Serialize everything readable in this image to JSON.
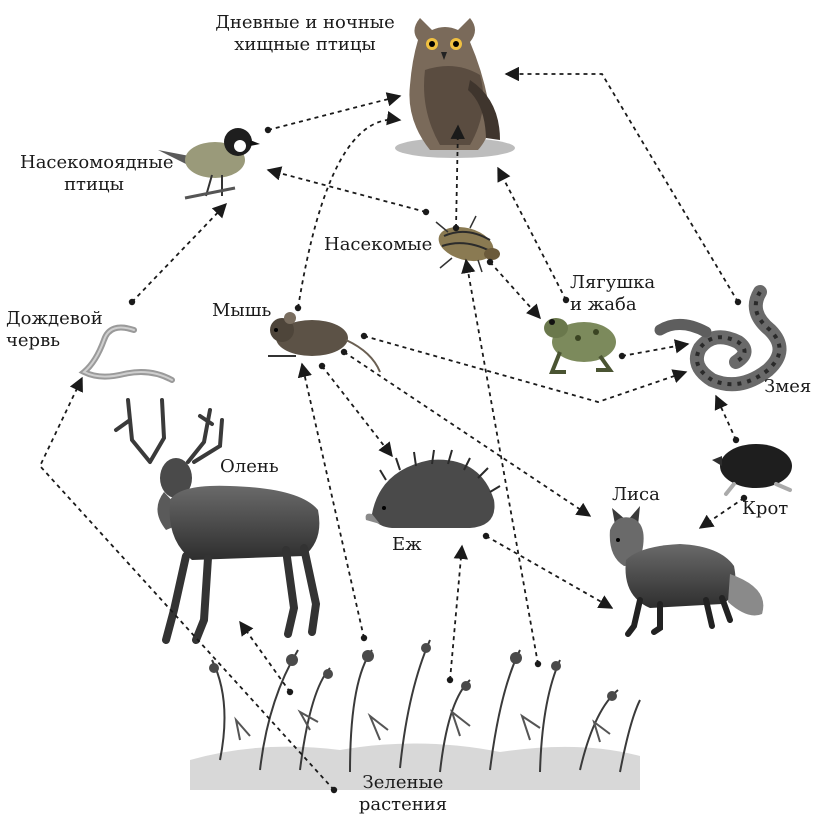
{
  "labels": {
    "raptors": [
      "Дневные и ночные",
      "хищные птицы"
    ],
    "insectivorous_birds": [
      "Насекомоядные",
      "птицы"
    ],
    "insects": "Насекомые",
    "frog": [
      "Лягушка",
      "и жаба"
    ],
    "snake": "Змея",
    "worm": [
      "Дождевой",
      "червь"
    ],
    "mouse": "Мышь",
    "deer": "Олень",
    "hedgehog": "Еж",
    "fox": "Лиса",
    "mole": "Крот",
    "plants": [
      "Зеленые",
      "растения"
    ]
  },
  "links": [
    [
      "insectivorous_birds",
      "raptors"
    ],
    [
      "mouse",
      "raptors"
    ],
    [
      "insects",
      "raptors"
    ],
    [
      "frog",
      "raptors"
    ],
    [
      "snake",
      "raptors"
    ],
    [
      "insects",
      "insectivorous_birds"
    ],
    [
      "worm",
      "insectivorous_birds"
    ],
    [
      "insects",
      "frog"
    ],
    [
      "frog",
      "snake"
    ],
    [
      "mouse",
      "snake"
    ],
    [
      "mole",
      "snake"
    ],
    [
      "mouse",
      "hedgehog"
    ],
    [
      "mouse",
      "fox"
    ],
    [
      "hedgehog",
      "fox"
    ],
    [
      "mole",
      "fox"
    ],
    [
      "plants",
      "worm"
    ],
    [
      "plants",
      "deer"
    ],
    [
      "plants",
      "mouse"
    ],
    [
      "plants",
      "hedgehog"
    ],
    [
      "plants",
      "insects"
    ]
  ]
}
